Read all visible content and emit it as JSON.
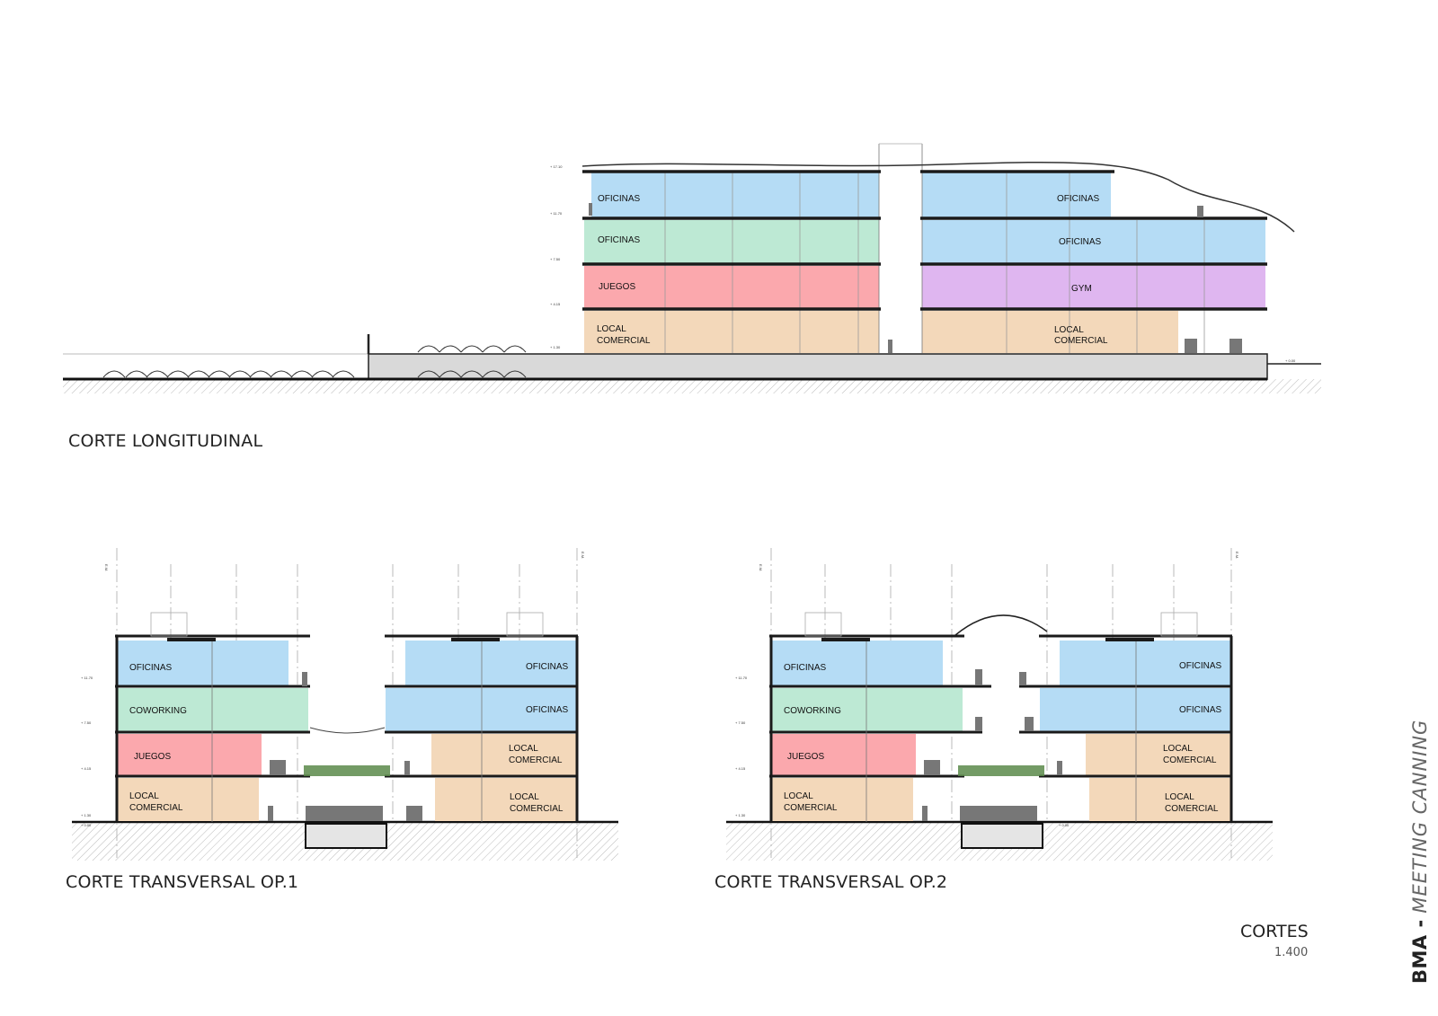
{
  "colors": {
    "oficinas": "#b5dcf5",
    "oficinas_green": "#bde9d4",
    "coworking": "#bde9d4",
    "juegos": "#fba8ad",
    "gym": "#dfb6f0",
    "local": "#f3d8ba",
    "ground": "#d9d9d9",
    "slab": "#1a1a1a"
  },
  "sections": {
    "longitudinal": {
      "title": "CORTE LONGITUDINAL",
      "rooms": {
        "l4": "OFICINAS",
        "r4": "OFICINAS",
        "l3": "OFICINAS",
        "r3": "OFICINAS",
        "l2": "JUEGOS",
        "r2": "GYM",
        "l1a": "LOCAL",
        "l1b": "COMERCIAL",
        "r1a": "LOCAL",
        "r1b": "COMERCIAL"
      }
    },
    "op1": {
      "title": "CORTE TRANSVERSAL OP.1",
      "rooms": {
        "l4": "OFICINAS",
        "r4": "OFICINAS",
        "l3": "COWORKING",
        "r3": "OFICINAS",
        "l2": "JUEGOS",
        "r2a": "LOCAL",
        "r2b": "COMERCIAL",
        "l1a": "LOCAL",
        "l1b": "COMERCIAL",
        "r1a": "LOCAL",
        "r1b": "COMERCIAL"
      }
    },
    "op2": {
      "title": "CORTE TRANSVERSAL OP.2",
      "rooms": {
        "l4": "OFICINAS",
        "r4": "OFICINAS",
        "l3": "COWORKING",
        "r3": "OFICINAS",
        "l2": "JUEGOS",
        "r2a": "LOCAL",
        "r2b": "COMERCIAL",
        "l1a": "LOCAL",
        "l1b": "COMERCIAL",
        "r1a": "LOCAL",
        "r1b": "COMERCIAL"
      }
    }
  },
  "grid_marker": "E.M.",
  "sheet": {
    "name": "CORTES",
    "scale": "1.400"
  },
  "project": {
    "code": "BMA -",
    "name": "MEETING CANNING"
  }
}
